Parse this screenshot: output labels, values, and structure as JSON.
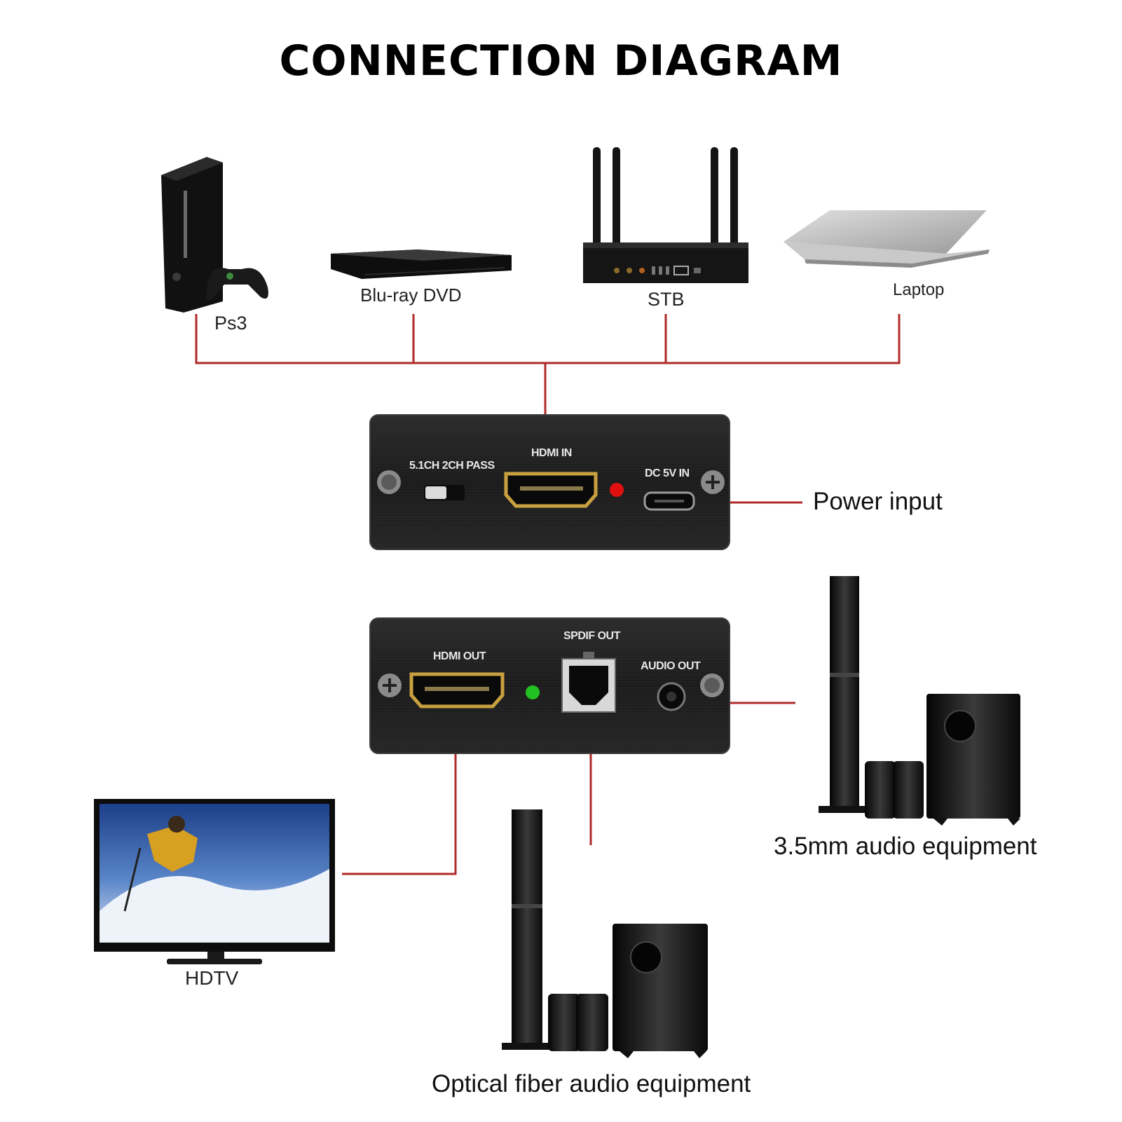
{
  "title": "CONNECTION DIAGRAM",
  "sources": {
    "ps3": "Ps3",
    "bluray": "Blu-ray DVD",
    "stb": "STB",
    "laptop": "Laptop"
  },
  "device_front": {
    "switch_label": "5.1CH  2CH PASS",
    "hdmi_in_label": "HDMI IN",
    "dc_label": "DC 5V IN"
  },
  "device_back": {
    "hdmi_out_label": "HDMI OUT",
    "spdif_label": "SPDIF OUT",
    "audio_out_label": "AUDIO OUT"
  },
  "outputs": {
    "power": "Power input",
    "audio35": "3.5mm audio equipment",
    "hdtv": "HDTV",
    "optical": "Optical fiber audio equipment"
  },
  "colors": {
    "connector_line": "#b02a2a",
    "device_body": "#1e1e1e",
    "led_front": "#e01010",
    "led_back": "#22c022",
    "hdmi_gold": "#c8a040"
  }
}
